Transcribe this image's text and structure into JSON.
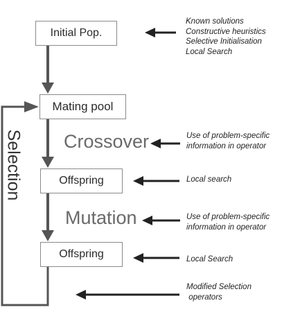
{
  "nodes": {
    "initial_pop": "Initial Pop.",
    "mating_pool": "Mating pool",
    "offspring_1": "Offspring",
    "offspring_2": "Offspring"
  },
  "operators": {
    "crossover": "Crossover",
    "mutation": "Mutation",
    "selection": "Selection"
  },
  "notes": {
    "initial": [
      "Known solutions",
      "Constructive heuristics",
      "Selective Initialisation",
      "Local Search"
    ],
    "crossover": [
      "Use of problem-specific",
      "information in operator"
    ],
    "offspring_1": [
      "Local search"
    ],
    "mutation": [
      "Use of problem-specific",
      "information in operator"
    ],
    "offspring_2": [
      "Local Search"
    ],
    "selection": [
      "Modified Selection",
      " operators"
    ]
  },
  "colors": {
    "arrow": "#555555",
    "box_border": "#8a8a8a",
    "operator_text": "#6a6a6a",
    "background": "#ffffff"
  }
}
